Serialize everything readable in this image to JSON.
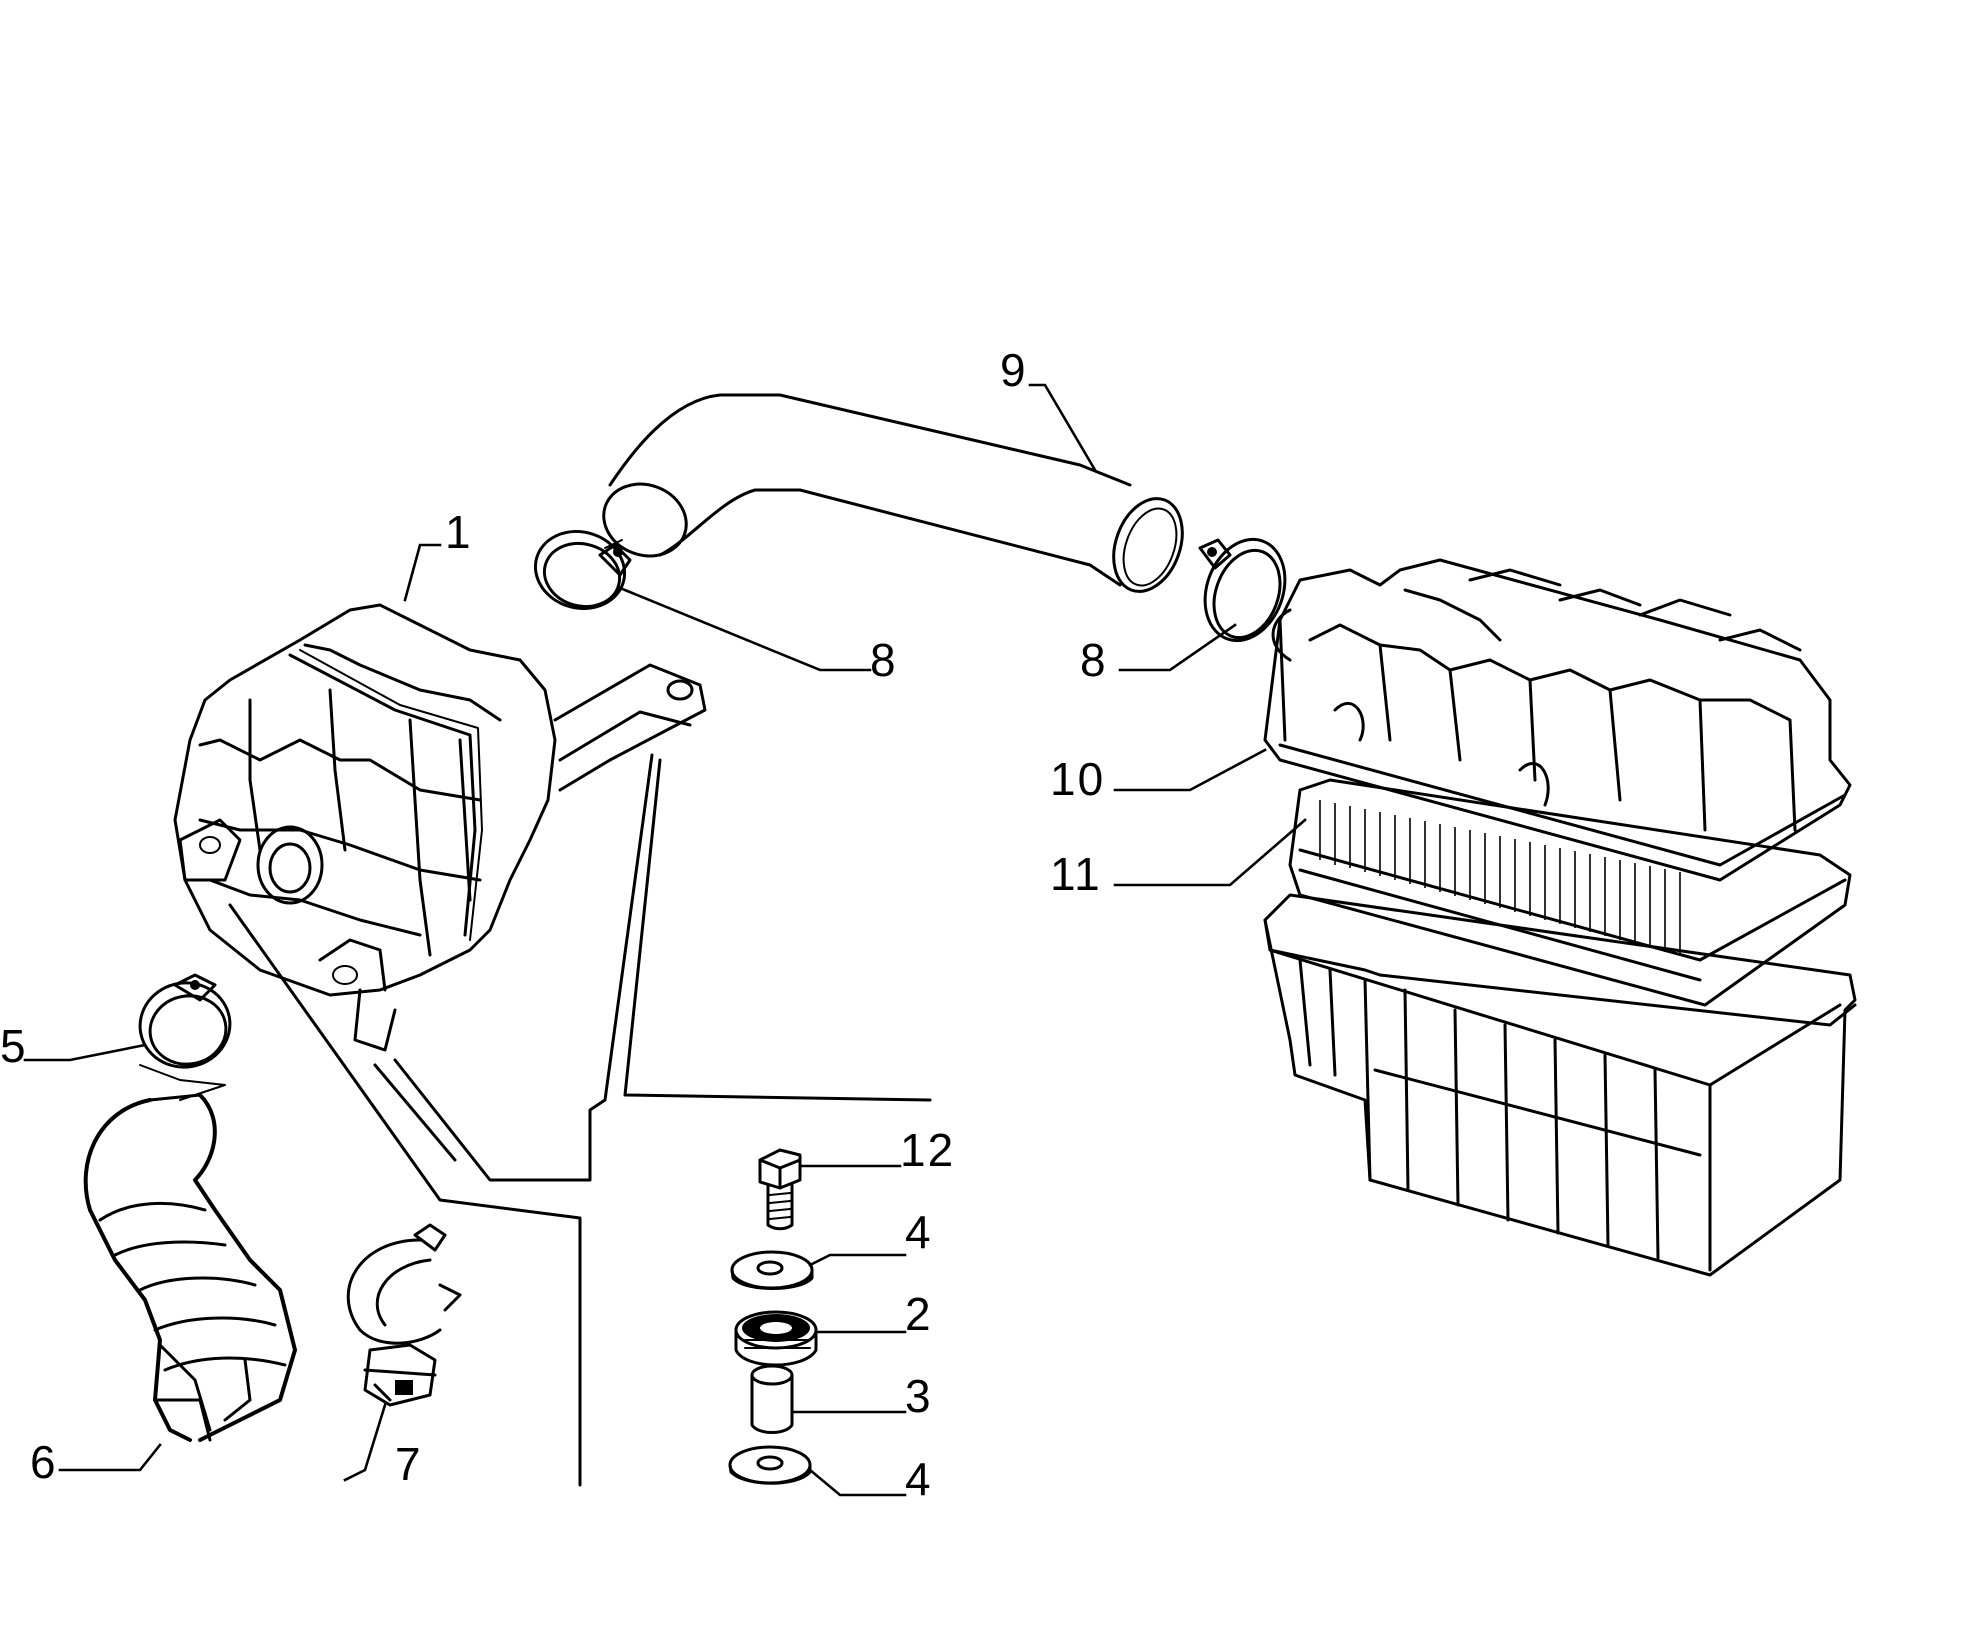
{
  "callouts": {
    "c1": "1",
    "c2": "2",
    "c3": "3",
    "c4a": "4",
    "c4b": "4",
    "c5": "5",
    "c6": "6",
    "c7": "7",
    "c8a": "8",
    "c8b": "8",
    "c9": "9",
    "c10": "10",
    "c11": "11",
    "c12": "12"
  }
}
